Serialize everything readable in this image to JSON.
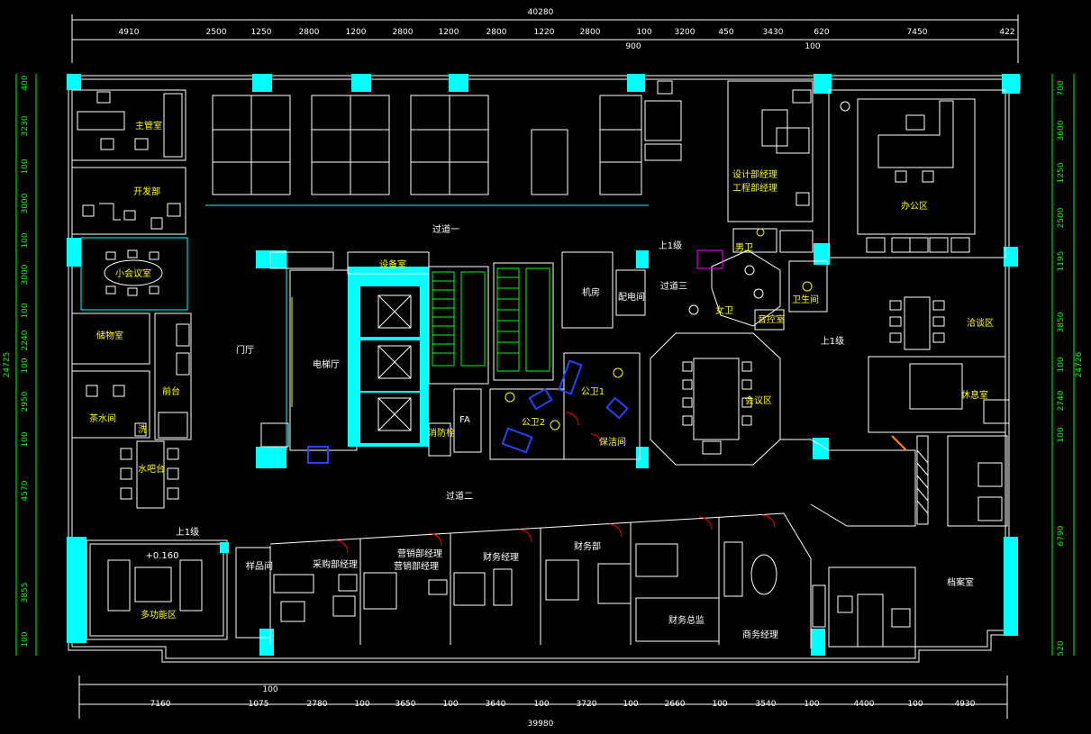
{
  "plan": {
    "top_total": "40280",
    "bottom_total": "39980",
    "left_total": "24725",
    "right_total": "24726",
    "top_dims": [
      "4910",
      "2500",
      "1250",
      "2800",
      "1200",
      "2800",
      "1200",
      "2800",
      "1220",
      "2800",
      "100",
      "3200",
      "450",
      "3430",
      "620",
      "7450",
      "422"
    ],
    "top_sub": [
      "900",
      "100"
    ],
    "bottom_dims": [
      "7160",
      "1075",
      "2780",
      "100",
      "3650",
      "100",
      "3640",
      "100",
      "3720",
      "100",
      "2660",
      "100",
      "3540",
      "100",
      "4400",
      "100",
      "4930"
    ],
    "bottom_sub": "100",
    "left_dims": [
      "400",
      "3230",
      "100",
      "3000",
      "100",
      "3000",
      "100",
      "2240",
      "100",
      "2950",
      "100",
      "4570",
      "3855",
      "100"
    ],
    "right_dims": [
      "700",
      "3600",
      "1250",
      "2500",
      "1195",
      "3850",
      "100",
      "2740",
      "100",
      "6790",
      "520"
    ],
    "rooms": {
      "director": "主管室",
      "development": "开发部",
      "small_meeting": "小会议室",
      "storage": "储物室",
      "tea_room": "茶水间",
      "front_desk": "前台",
      "water_bar": "水吧台",
      "lobby": "门厅",
      "elevator_hall": "电梯厅",
      "equipment_room": "设备室",
      "machine_room": "机房",
      "distribution_room": "配电间",
      "public_toilet_1": "公卫1",
      "public_toilet_2": "公卫2",
      "cleaning": "保洁间",
      "fire_hydrant": "消防栓",
      "fa": "FA",
      "corridor_1": "过道一",
      "corridor_2": "过道二",
      "corridor_3": "过道三",
      "up_1_a": "上1级",
      "up_1_b": "上1级",
      "up_1_c": "上1级",
      "design_manager": "设计部经理",
      "engineering_manager": "工程部经理",
      "male_toilet": "男卫",
      "female_toilet": "女卫",
      "toilet": "卫生间",
      "av_room": "音控室",
      "meeting_room": "会议区",
      "office_area": "办公区",
      "reception_area": "洽谈区",
      "lounge": "休息室",
      "multifunction": "多功能区",
      "level_mark": "+0.160",
      "samples": "样品间",
      "purchasing_manager": "采购部经理",
      "marketing_manager": "营销部经理",
      "sales_manager": "营销部经理",
      "finance_manager": "财务经理",
      "finance_dept": "财务部",
      "finance_director": "财务总监",
      "business_manager": "商务经理",
      "archive": "档案室",
      "washroom": "洗"
    }
  }
}
